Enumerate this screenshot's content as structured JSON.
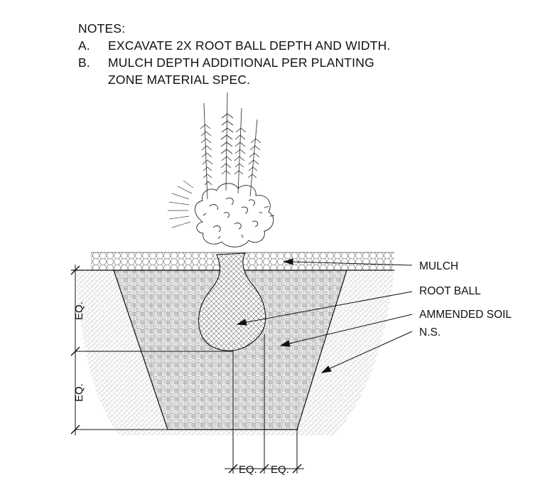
{
  "notes": {
    "heading": "NOTES:",
    "items": [
      {
        "letter": "A.",
        "lines": [
          "EXCAVATE 2X ROOT BALL DEPTH AND WIDTH."
        ]
      },
      {
        "letter": "B.",
        "lines": [
          "MULCH DEPTH ADDITIONAL PER PLANTING",
          "ZONE  MATERIAL SPEC."
        ]
      }
    ]
  },
  "callouts": {
    "mulch": "MULCH",
    "root_ball": "ROOT BALL",
    "amended_soil": "AMMENDED SOIL",
    "native_soil": "N.S."
  },
  "dimensions": {
    "vertical_upper": "EQ.",
    "vertical_lower": "EQ.",
    "horizontal_left": "EQ.",
    "horizontal_right": "EQ."
  },
  "colors": {
    "line": "#111111",
    "hatch": "#8a8a8a",
    "background": "#ffffff"
  }
}
